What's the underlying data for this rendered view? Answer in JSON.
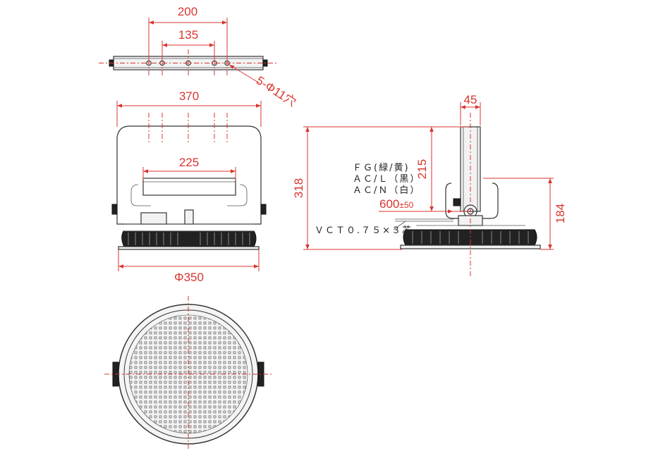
{
  "dimensions": {
    "bracket_width": "200",
    "hole_pitch": "135",
    "hole_spec": "5-Φ11穴",
    "overall_width": "370",
    "box_width": "225",
    "diameter": "Φ350",
    "side_width": "45",
    "bracket_height": "215",
    "overall_height": "318",
    "body_height": "184",
    "cable_length": "600",
    "cable_tolerance": "±50"
  },
  "labels": {
    "wire_fg": "ＦＧ(緑/黄)",
    "wire_acl": "ＡＣ/Ｌ（黒）",
    "wire_acn": "ＡＣ/Ｎ（白）",
    "cable_spec": "ＶＣＴ０.７５×３芯"
  },
  "colors": {
    "dimension": "#d9352f",
    "outline": "#333333",
    "fill_dark": "#222222"
  }
}
